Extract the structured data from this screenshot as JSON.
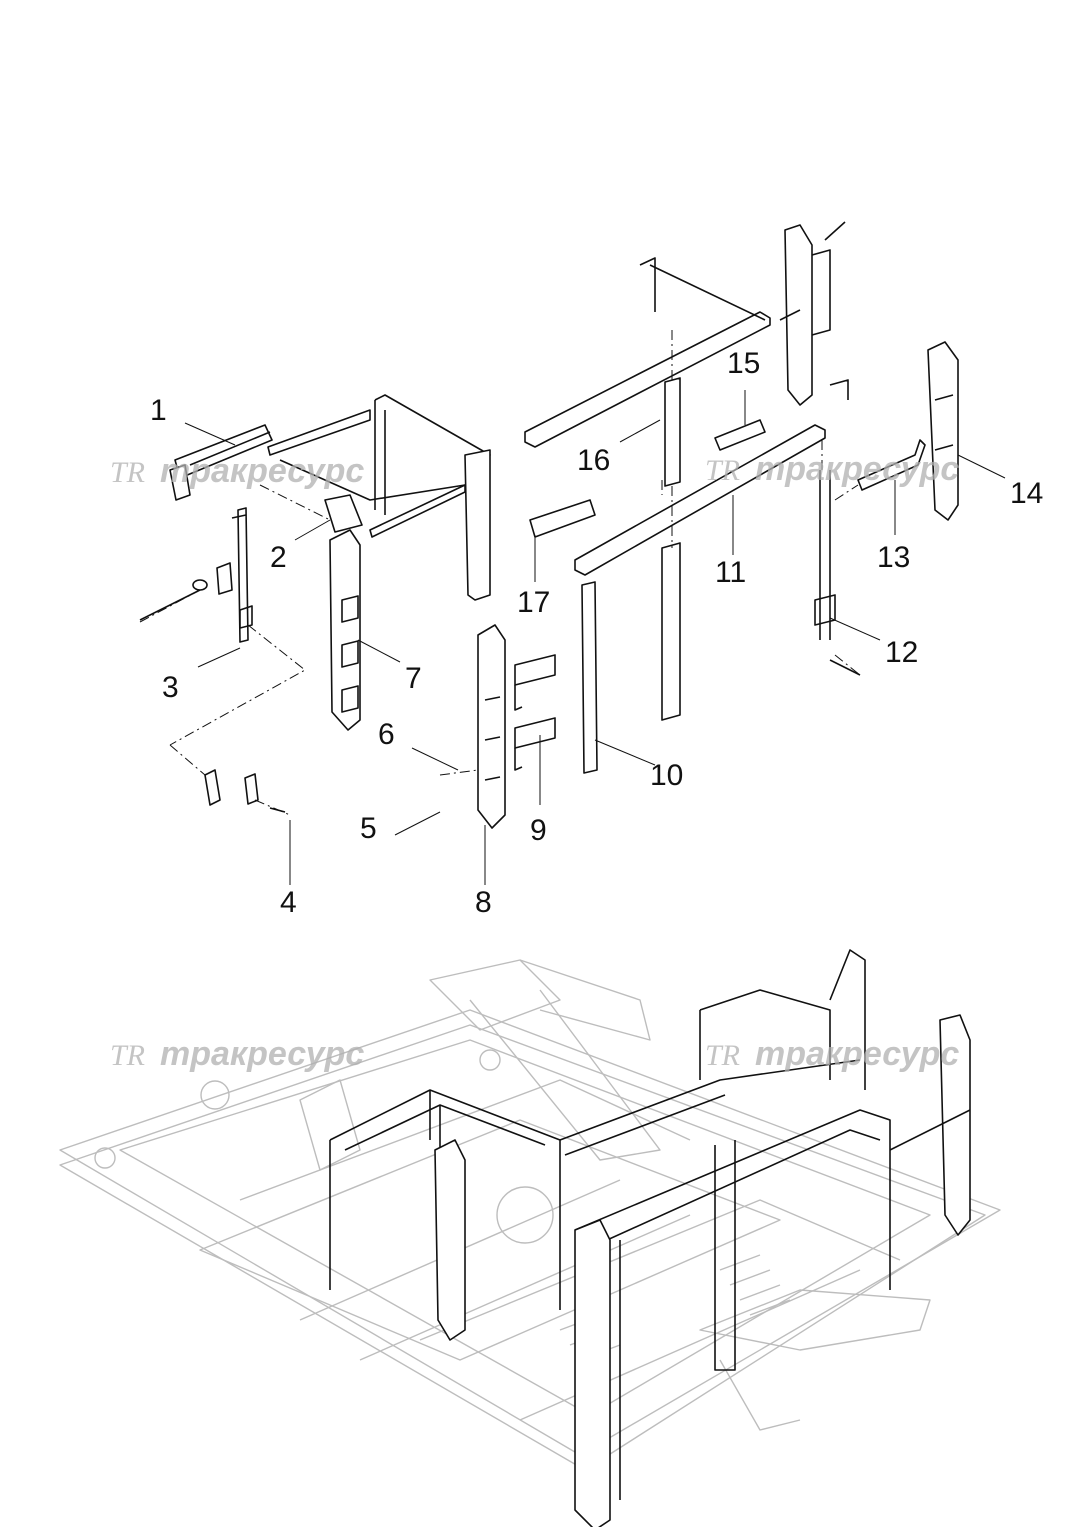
{
  "callouts": [
    {
      "id": "1",
      "label": "1"
    },
    {
      "id": "2",
      "label": "2"
    },
    {
      "id": "3",
      "label": "3"
    },
    {
      "id": "4",
      "label": "4"
    },
    {
      "id": "5",
      "label": "5"
    },
    {
      "id": "6",
      "label": "6"
    },
    {
      "id": "7",
      "label": "7"
    },
    {
      "id": "8",
      "label": "8"
    },
    {
      "id": "9",
      "label": "9"
    },
    {
      "id": "10",
      "label": "10"
    },
    {
      "id": "11",
      "label": "11"
    },
    {
      "id": "12",
      "label": "12"
    },
    {
      "id": "13",
      "label": "13"
    },
    {
      "id": "14",
      "label": "14"
    },
    {
      "id": "15",
      "label": "15"
    },
    {
      "id": "16",
      "label": "16"
    },
    {
      "id": "17",
      "label": "17"
    }
  ],
  "watermark": {
    "logo": "TR",
    "text": "тракресурс"
  },
  "colors": {
    "line": "#111111",
    "ghost": "#bdbdbd",
    "watermark": "#b0b0b0"
  }
}
